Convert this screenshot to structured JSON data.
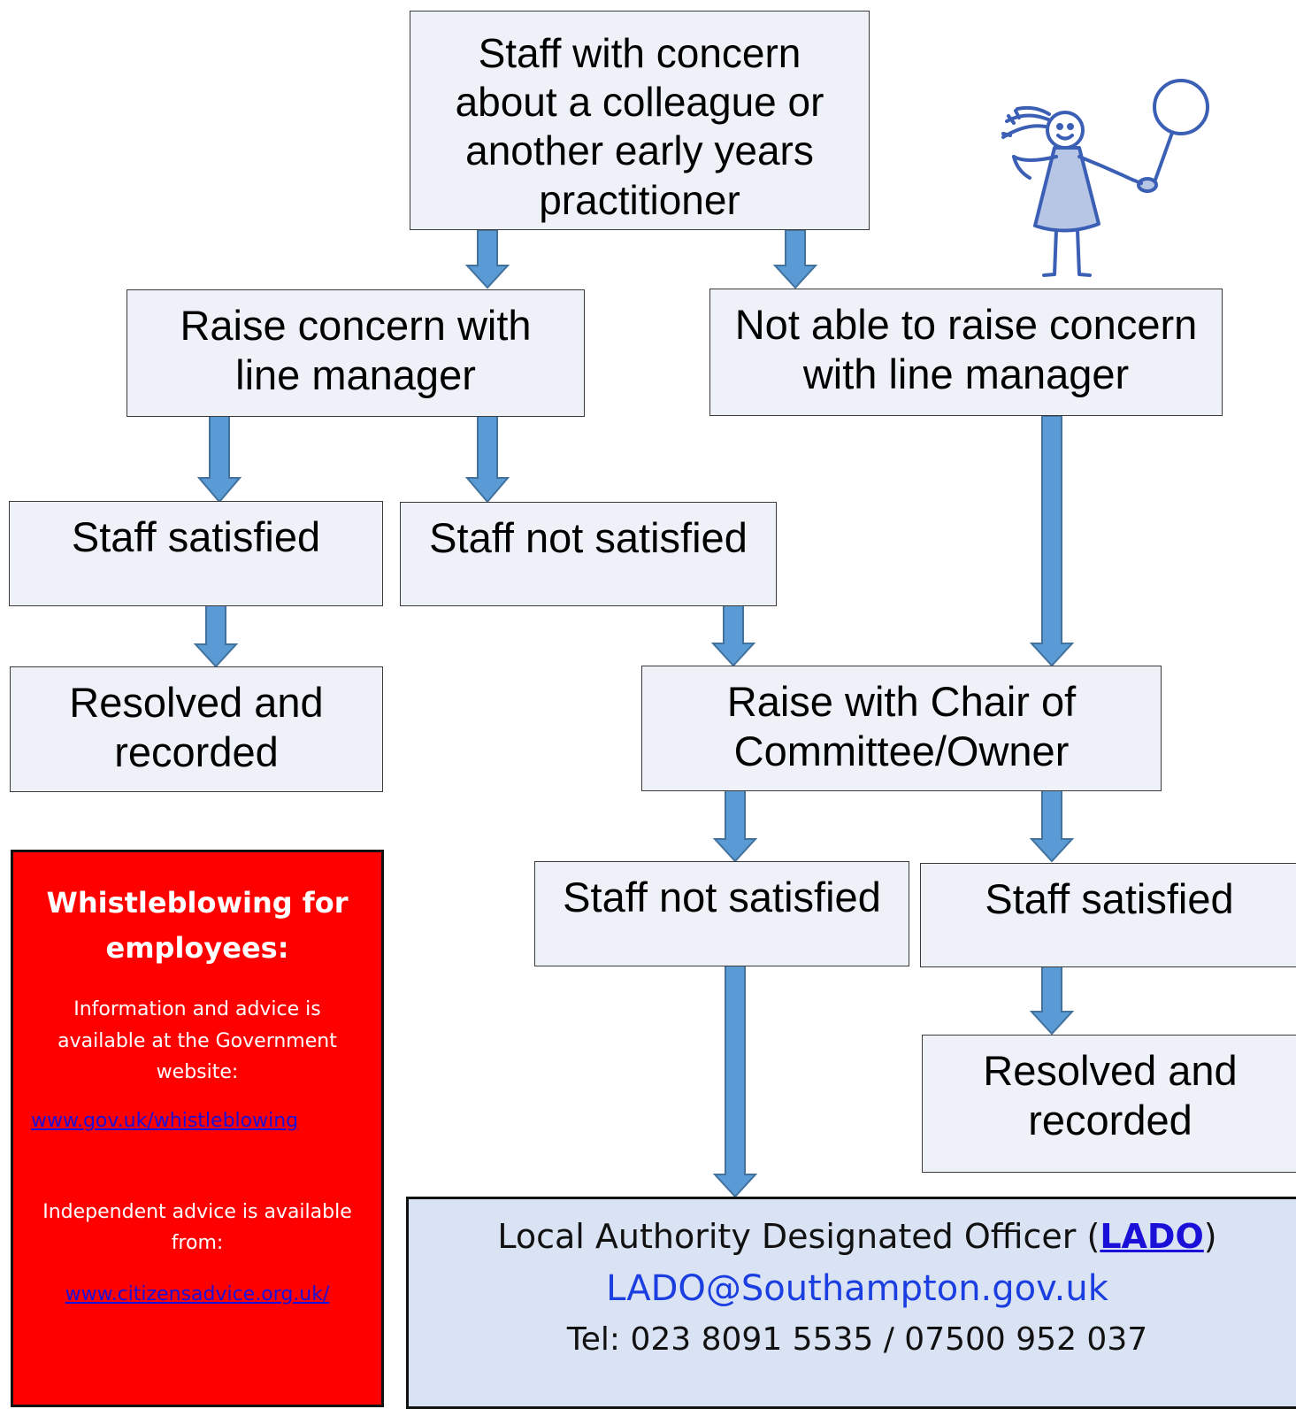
{
  "nodes": {
    "staff_with_concern": [
      "Staff with concern",
      "about a colleague or",
      "another early years",
      "practitioner"
    ],
    "raise_line_manager": [
      "Raise concern with",
      "line manager"
    ],
    "not_able_line_manager": [
      "Not able to raise concern",
      "with line manager"
    ],
    "staff_satisfied_1": "Staff satisfied",
    "staff_not_satisfied_1": "Staff not satisfied",
    "resolved_1": [
      "Resolved and",
      "recorded"
    ],
    "raise_chair": [
      "Raise with Chair of",
      "Committee/Owner"
    ],
    "staff_not_satisfied_2": "Staff not satisfied",
    "staff_satisfied_2": "Staff satisfied",
    "resolved_2": [
      "Resolved and",
      "recorded"
    ]
  },
  "whistleblowing": {
    "title_line1": "Whistleblowing for",
    "title_line2": "employees:",
    "info_line1": "Information and advice is",
    "info_line2": "available at the Government",
    "info_line3": "website:",
    "gov_link": "www.gov.uk/whistleblowing",
    "independent_line1": "Independent advice is available",
    "independent_line2": "from:",
    "citizens_link": "www.citizensadvice.org.uk",
    "citizens_link_suffix": "/"
  },
  "lado": {
    "title_prefix": "Local Authority Designated Officer (",
    "title_link": "LADO",
    "title_suffix": ")",
    "email": "LADO@Southampton.gov.uk",
    "tel": "Tel:  023 8091 5535 / 07500 952 037"
  },
  "colors": {
    "box_fill": "#eef2f8",
    "arrow_fill": "#5b9bd5",
    "arrow_stroke": "#41719c",
    "whistle_fill": "#ff0000",
    "lado_fill": "#dae3f3",
    "link": "#1a10d8"
  },
  "icons": {
    "illustration": "girl-with-balloon-illustration"
  }
}
